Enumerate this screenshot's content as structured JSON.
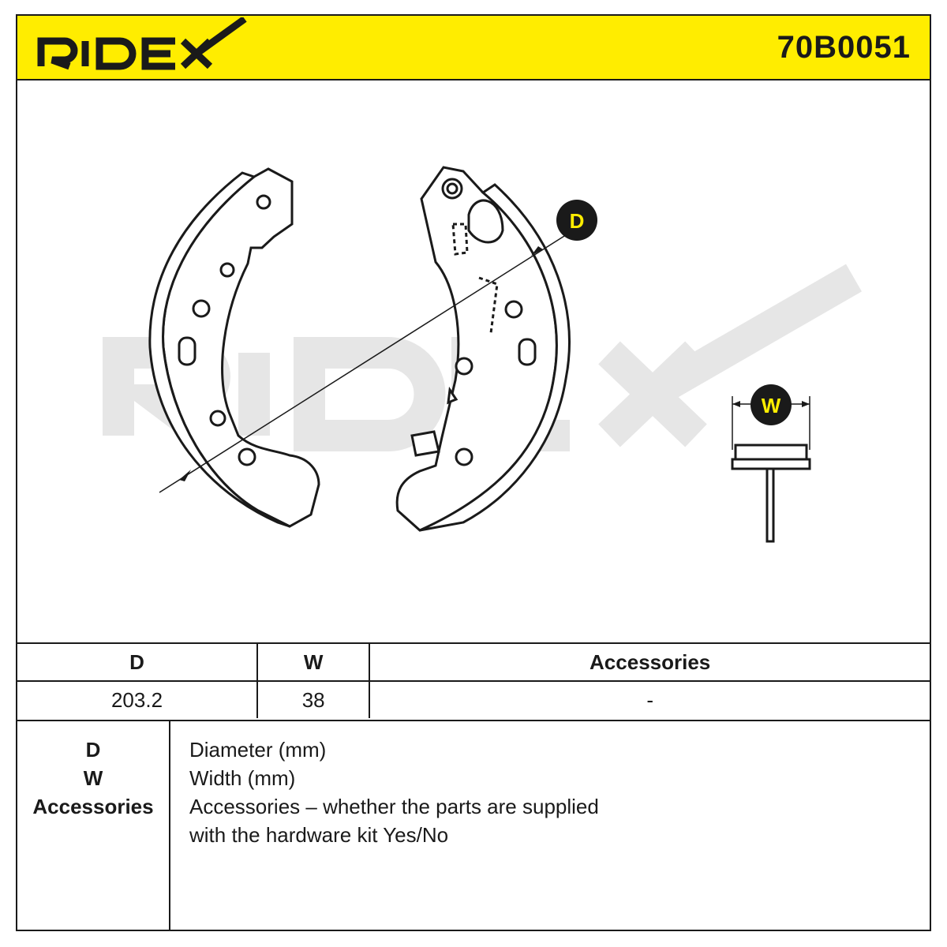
{
  "header": {
    "part_number": "70B0051"
  },
  "brand": {
    "logo_text": "RIDEX",
    "watermark_text": "RIDEX",
    "accent_color": "#ffed00"
  },
  "drawing": {
    "label_d": "D",
    "label_w": "W"
  },
  "spec_table": {
    "headers": [
      "D",
      "W",
      "Accessories"
    ],
    "values": [
      "203.2",
      "38",
      "-"
    ]
  },
  "legend": {
    "keys": [
      "D",
      "W",
      "Accessories"
    ],
    "lines": [
      "Diameter (mm)",
      "Width (mm)",
      "Accessories – whether the parts are supplied",
      "with the hardware kit Yes/No"
    ]
  }
}
